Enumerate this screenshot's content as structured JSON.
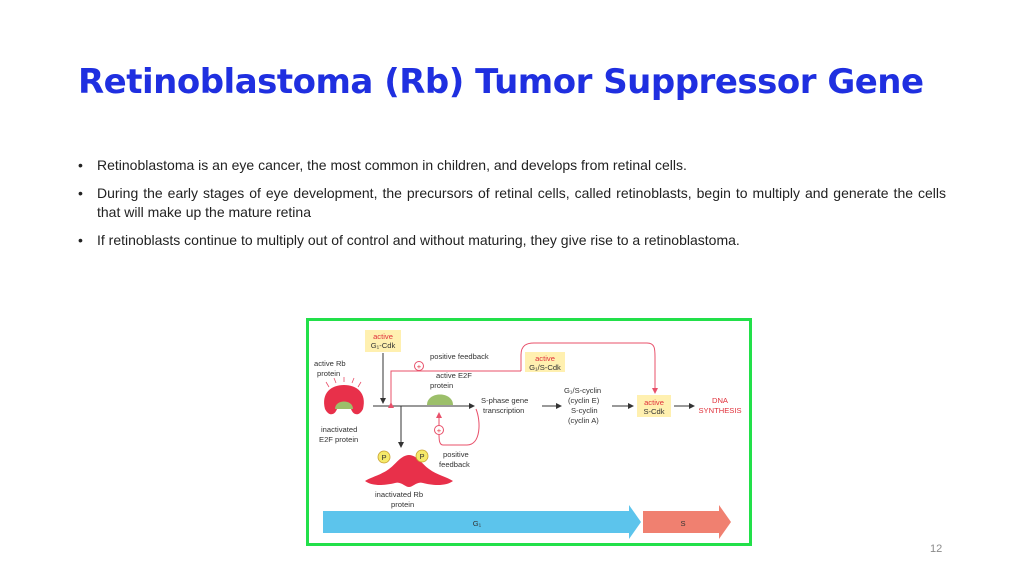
{
  "slide": {
    "title": "Retinoblastoma (Rb) Tumor Suppressor Gene",
    "page_number": "12"
  },
  "bullets": [
    {
      "marker": "•",
      "text": "Retinoblastoma is an eye cancer, the most common in children, and develops from retinal cells."
    },
    {
      "marker": "•",
      "text": "During the early stages of eye development, the precursors of retinal cells, called retinoblasts, begin to multiply and generate the cells that will make up the mature retina"
    },
    {
      "marker": "•",
      "text": "If retinoblasts continue to multiply out of control and without maturing,  they give rise to a retinoblastoma."
    }
  ],
  "figure": {
    "active_g1_cdk": [
      "active",
      "G₁-Cdk"
    ],
    "active_rb_protein": [
      "active Rb",
      "protein"
    ],
    "inactivated_e2f_protein": [
      "inactivated",
      "E2F protein"
    ],
    "positive_feedback_top": "positive feedback",
    "active_g1s_cdk": [
      "active",
      "G₁/S-Cdk"
    ],
    "active_e2f_protein": [
      "active E2F",
      "protein"
    ],
    "s_phase_gene_transcription": [
      "S-phase gene",
      "transcription"
    ],
    "cyclins": [
      "G₁/S-cyclin",
      "(cyclin E)",
      "S-cyclin",
      "(cyclin A)"
    ],
    "active_s_cdk": [
      "active",
      "S-Cdk"
    ],
    "dna_synthesis": [
      "DNA",
      "SYNTHESIS"
    ],
    "positive_feedback_bottom": [
      "positive",
      "feedback"
    ],
    "phosphate": "P",
    "plus_sign": "+",
    "inactivated_rb_protein": [
      "inactivated Rb",
      "protein"
    ],
    "phase_g1": "G₁",
    "phase_s": "S",
    "colors": {
      "label_box": "#fff0b0",
      "rb_protein": "#e8304a",
      "e2f_protein": "#9cbf6a",
      "feedback_line": "#e8506a",
      "dna_synthesis_text": "#e0303a",
      "g1_arrow": "#5cc4ec",
      "s_arrow": "#f08070",
      "frame": "#22e04a"
    }
  }
}
